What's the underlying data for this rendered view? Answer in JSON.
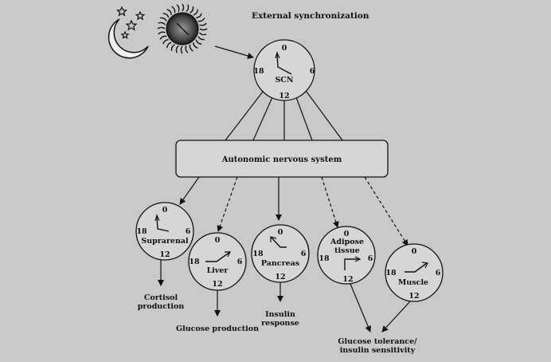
{
  "header": {
    "external_sync": "External synchronization"
  },
  "ans": {
    "label": "Autonomic nervous system"
  },
  "clock_ticks": {
    "top": "0",
    "right": "6",
    "bottom": "12",
    "left": "18"
  },
  "clocks": {
    "scn": {
      "name": "SCN"
    },
    "suprarenal": {
      "name": "Suprarenal"
    },
    "liver": {
      "name": "Liver"
    },
    "pancreas": {
      "name": "Pancreas"
    },
    "adipose": {
      "name_line1": "Adipose",
      "name_line2": "tissue"
    },
    "muscle": {
      "name": "Muscle"
    }
  },
  "outputs": {
    "cortisol_line1": "Cortisol",
    "cortisol_line2": "production",
    "glucose_production": "Glucose production",
    "insulin_line1": "Insulin",
    "insulin_line2": "response",
    "glucose_tol_line1": "Glucose tolerance/",
    "glucose_tol_line2": "insulin sensitivity"
  },
  "colors": {
    "background": "#c9c9c9",
    "stroke": "#111111",
    "fill": "#d6d6d6"
  },
  "icons": [
    "moon-icon",
    "star-icon",
    "sun-icon"
  ]
}
